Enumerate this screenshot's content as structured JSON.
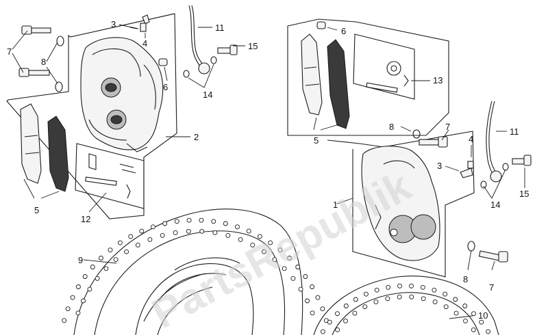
{
  "watermark": "PartsRepublik",
  "callouts": [
    {
      "id": "c1",
      "text": "1"
    },
    {
      "id": "c2",
      "text": "2"
    },
    {
      "id": "c3a",
      "text": "3"
    },
    {
      "id": "c3b",
      "text": "3"
    },
    {
      "id": "c4a",
      "text": "4"
    },
    {
      "id": "c4b",
      "text": "4"
    },
    {
      "id": "c5a",
      "text": "5"
    },
    {
      "id": "c5b",
      "text": "5"
    },
    {
      "id": "c6a",
      "text": "6"
    },
    {
      "id": "c6b",
      "text": "6"
    },
    {
      "id": "c7a",
      "text": "7"
    },
    {
      "id": "c7b",
      "text": "7"
    },
    {
      "id": "c7c",
      "text": "7"
    },
    {
      "id": "c8a",
      "text": "8"
    },
    {
      "id": "c8b",
      "text": "8"
    },
    {
      "id": "c8c",
      "text": "8"
    },
    {
      "id": "c9",
      "text": "9"
    },
    {
      "id": "c10",
      "text": "10"
    },
    {
      "id": "c11a",
      "text": "11"
    },
    {
      "id": "c11b",
      "text": "11"
    },
    {
      "id": "c12",
      "text": "12"
    },
    {
      "id": "c13",
      "text": "13"
    },
    {
      "id": "c14a",
      "text": "14"
    },
    {
      "id": "c14b",
      "text": "14"
    },
    {
      "id": "c15a",
      "text": "15"
    },
    {
      "id": "c15b",
      "text": "15"
    }
  ]
}
